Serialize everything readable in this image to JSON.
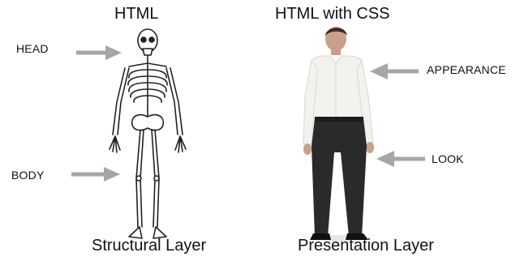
{
  "left": {
    "title": "HTML",
    "caption": "Structural Layer",
    "labels": {
      "head": "HEAD",
      "body": "BODY"
    },
    "figure_icon": "skeleton-icon"
  },
  "right": {
    "title": "HTML with CSS",
    "caption": "Presentation Layer",
    "labels": {
      "appearance": "APPEARANCE",
      "look": "LOOK"
    },
    "figure_icon": "dressed-man-icon"
  },
  "colors": {
    "arrow": "#a6a6a6",
    "shirt": "#f2f2ef",
    "pants": "#2a2a2a",
    "skin": "#caa08a"
  }
}
